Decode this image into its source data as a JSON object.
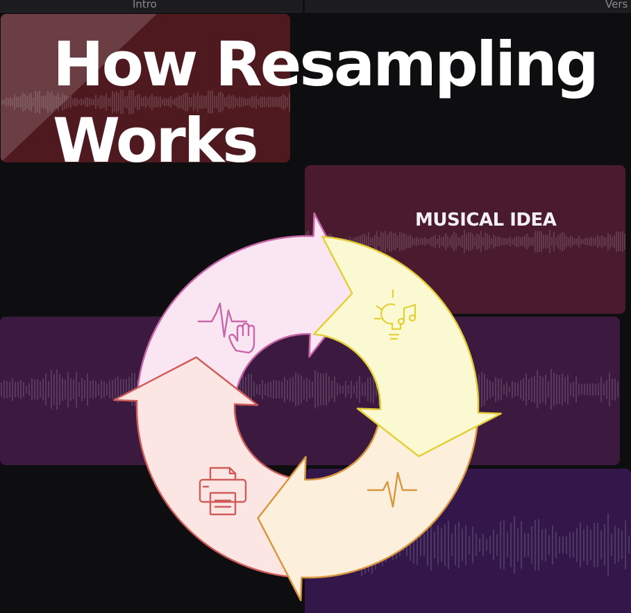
{
  "timeline": {
    "sections": [
      "Intro",
      "Vers"
    ]
  },
  "hero": {
    "title": "How Resampling\nWorks"
  },
  "clips": [
    {
      "name": "intro-clip",
      "color": "#4e1a20"
    },
    {
      "name": "musical-idea-clip",
      "color": "#4a1a2e",
      "label": "MUSICAL IDEA"
    },
    {
      "name": "middle-clip",
      "color": "#3c1a40"
    },
    {
      "name": "bottom-clip",
      "color": "#33174a"
    }
  ],
  "cycle": {
    "segments": [
      {
        "step": "idea",
        "icon": "lightbulb-music-icon",
        "fill": "#fbf9d2",
        "stroke": "#e2cf3a"
      },
      {
        "step": "signal",
        "icon": "waveform-icon",
        "fill": "#fcefdc",
        "stroke": "#d8963f"
      },
      {
        "step": "print",
        "icon": "printer-icon",
        "fill": "#fbe6e4",
        "stroke": "#cf5c5a"
      },
      {
        "step": "manipulate",
        "icon": "waveform-hand-icon",
        "fill": "#fae6f2",
        "stroke": "#c766a8"
      }
    ]
  }
}
